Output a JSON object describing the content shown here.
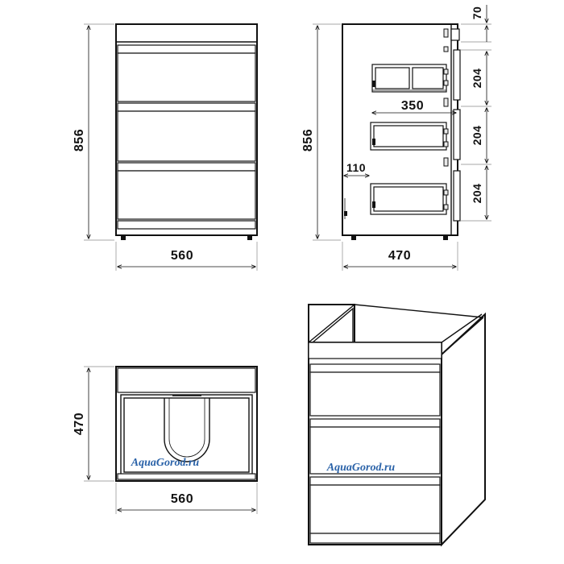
{
  "front_view": {
    "height_label": "856",
    "width_label": "560"
  },
  "side_view": {
    "height_label": "856",
    "depth_label": "470",
    "drawer_depth_label": "350",
    "offset_label": "110",
    "top_rail_label": "70",
    "drawer_pitch_labels": [
      "204",
      "204",
      "204"
    ]
  },
  "top_view": {
    "depth_label": "470",
    "width_label": "560",
    "watermark": "AquaGorod.ru"
  },
  "perspective_view": {
    "watermark": "AquaGorod.ru"
  },
  "colors": {
    "line": "#111111",
    "watermark": "#2a62a8",
    "background": "#ffffff"
  }
}
